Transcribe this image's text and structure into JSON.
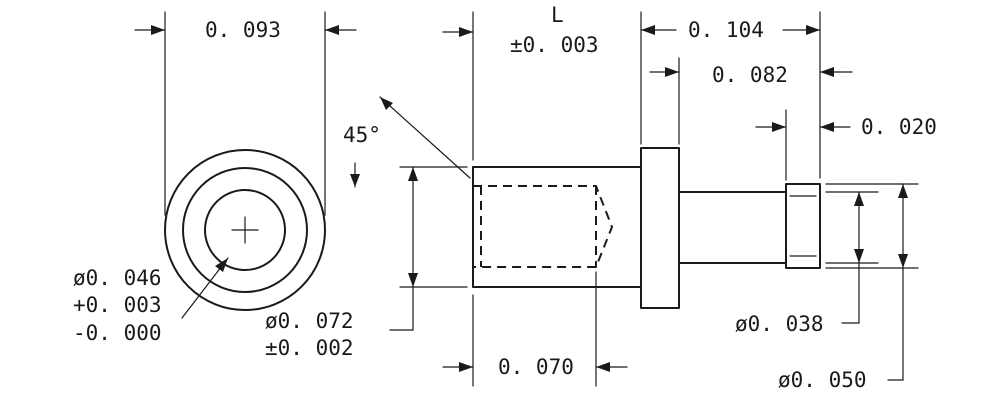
{
  "drawing": {
    "end_view": {
      "width_label": "0. 093",
      "bore_dia": "ø0. 046",
      "bore_tol_plus": "+0. 003",
      "bore_tol_minus": "-0. 000"
    },
    "side_view": {
      "length_label": "L",
      "length_tol": "±0. 003",
      "chamfer_angle": "45°",
      "body_dia": "ø0. 072",
      "body_dia_tol": "±0. 002",
      "bore_depth": "0. 070",
      "tail_length": "0. 104",
      "pin_length": "0. 082",
      "tip_length": "0. 020",
      "pin_dia": "ø0. 038",
      "tip_dia": "ø0. 050"
    }
  }
}
